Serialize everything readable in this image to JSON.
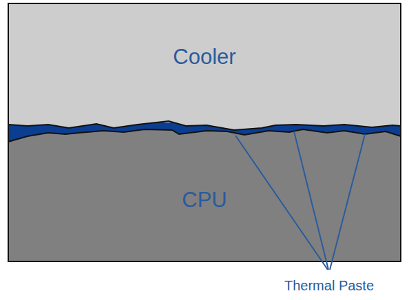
{
  "diagram": {
    "nodes": [
      {
        "text": [
          "Cooler"
        ]
      },
      {
        "text": [
          "CPU"
        ]
      }
    ],
    "labels": [
      "Thermal Paste"
    ]
  }
}
